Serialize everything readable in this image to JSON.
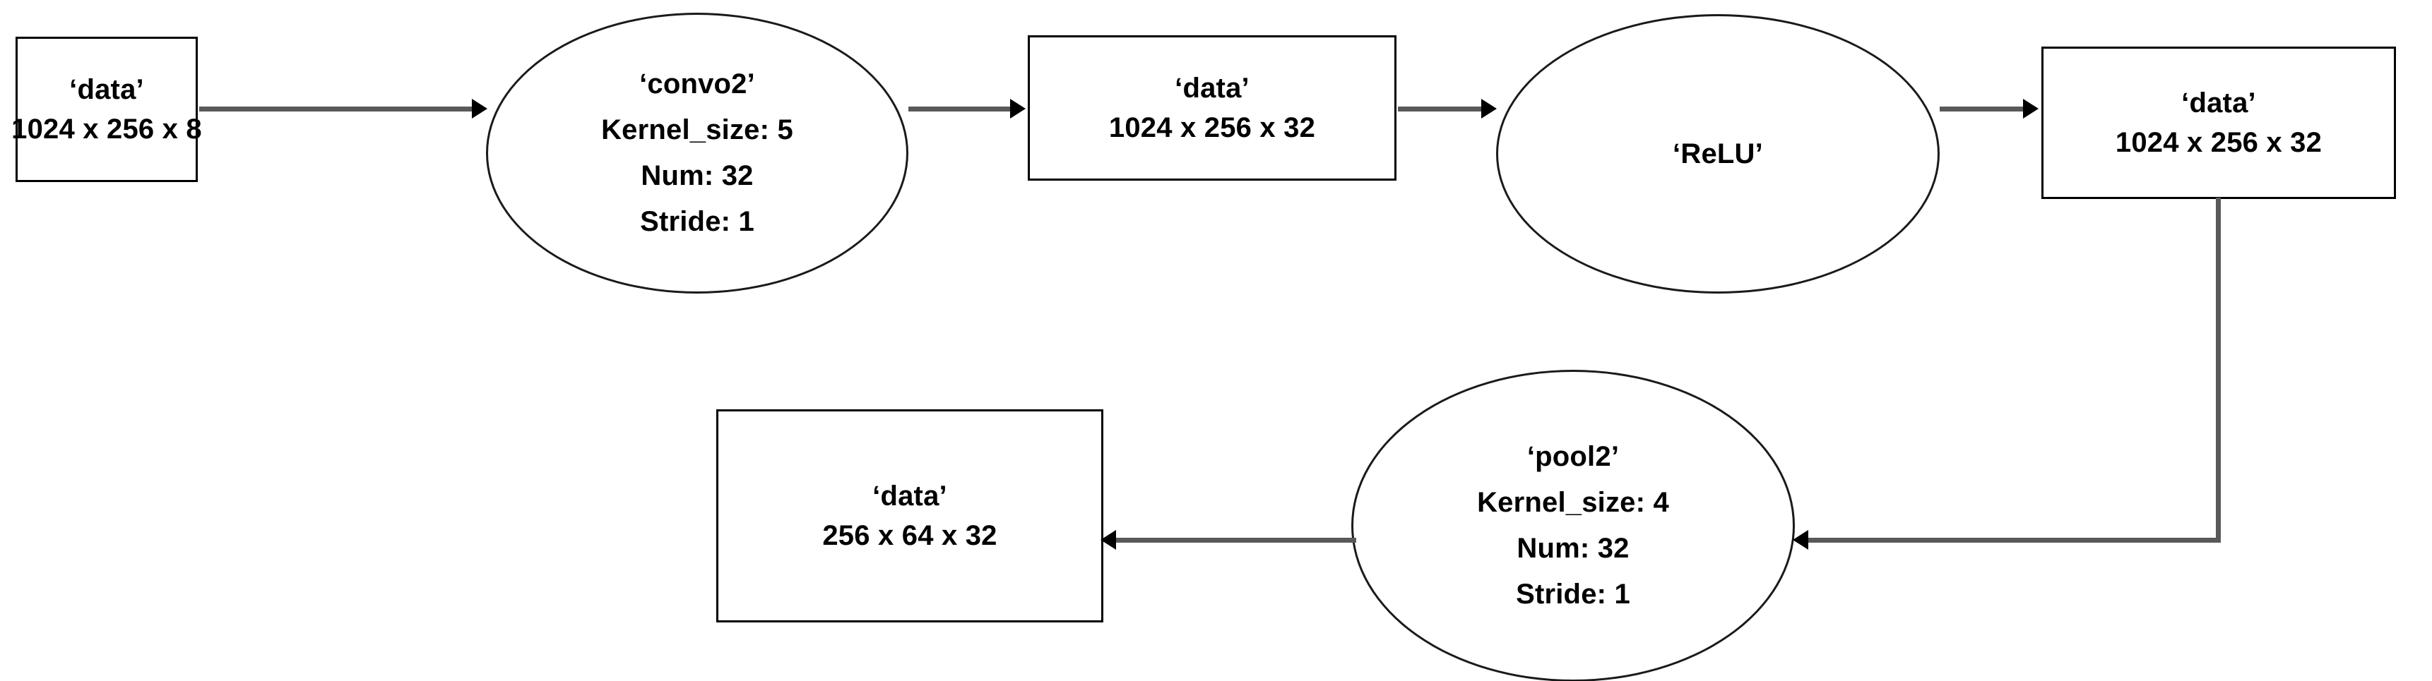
{
  "diagram": {
    "title": "Convolution block 2 layer graph",
    "colors": {
      "node_border": "#000000",
      "ellipse_border": "#1a1a1a",
      "connector": "#595959",
      "arrowhead": "#000000",
      "background": "#ffffff",
      "text": "#000000"
    },
    "nodes": [
      {
        "id": "data-in",
        "shape": "rectangle",
        "lines": [
          "‘data’",
          "1024 x 256 x 8"
        ],
        "name": "‘data’",
        "dims": "1024 x 256 x 8"
      },
      {
        "id": "convo2",
        "shape": "ellipse",
        "lines": [
          "‘convo2’",
          "Kernel_size: 5",
          "Num: 32",
          "Stride: 1"
        ],
        "name": "‘convo2’",
        "kernel_size": "Kernel_size: 5",
        "num": "Num: 32",
        "stride": "Stride: 1"
      },
      {
        "id": "data-conv",
        "shape": "rectangle",
        "lines": [
          "‘data’",
          "1024 x 256 x 32"
        ],
        "name": "‘data’",
        "dims": "1024 x 256 x 32"
      },
      {
        "id": "relu",
        "shape": "ellipse",
        "lines": [
          "‘ReLU’"
        ],
        "name": "‘ReLU’"
      },
      {
        "id": "data-relu",
        "shape": "rectangle",
        "lines": [
          "‘data’",
          "1024 x 256 x 32"
        ],
        "name": "‘data’",
        "dims": "1024 x 256 x 32"
      },
      {
        "id": "pool2",
        "shape": "ellipse",
        "lines": [
          "‘pool2’",
          "Kernel_size: 4",
          "Num: 32",
          "Stride: 1"
        ],
        "name": "‘pool2’",
        "kernel_size": "Kernel_size: 4",
        "num": "Num: 32",
        "stride": "Stride: 1"
      },
      {
        "id": "data-pool",
        "shape": "rectangle",
        "lines": [
          "‘data’",
          "256 x 64 x 32"
        ],
        "name": "‘data’",
        "dims": "256 x 64 x 32"
      }
    ],
    "edges": [
      {
        "id": "e1",
        "from": "data-in",
        "to": "convo2",
        "style": "straight",
        "direction": "right"
      },
      {
        "id": "e2",
        "from": "convo2",
        "to": "data-conv",
        "style": "straight",
        "direction": "right"
      },
      {
        "id": "e3",
        "from": "data-conv",
        "to": "relu",
        "style": "straight",
        "direction": "right"
      },
      {
        "id": "e4",
        "from": "relu",
        "to": "data-relu",
        "style": "straight",
        "direction": "right"
      },
      {
        "id": "e5",
        "from": "data-relu",
        "to": "pool2",
        "style": "elbow",
        "direction": "left"
      },
      {
        "id": "e6",
        "from": "pool2",
        "to": "data-pool",
        "style": "straight",
        "direction": "left"
      }
    ]
  }
}
